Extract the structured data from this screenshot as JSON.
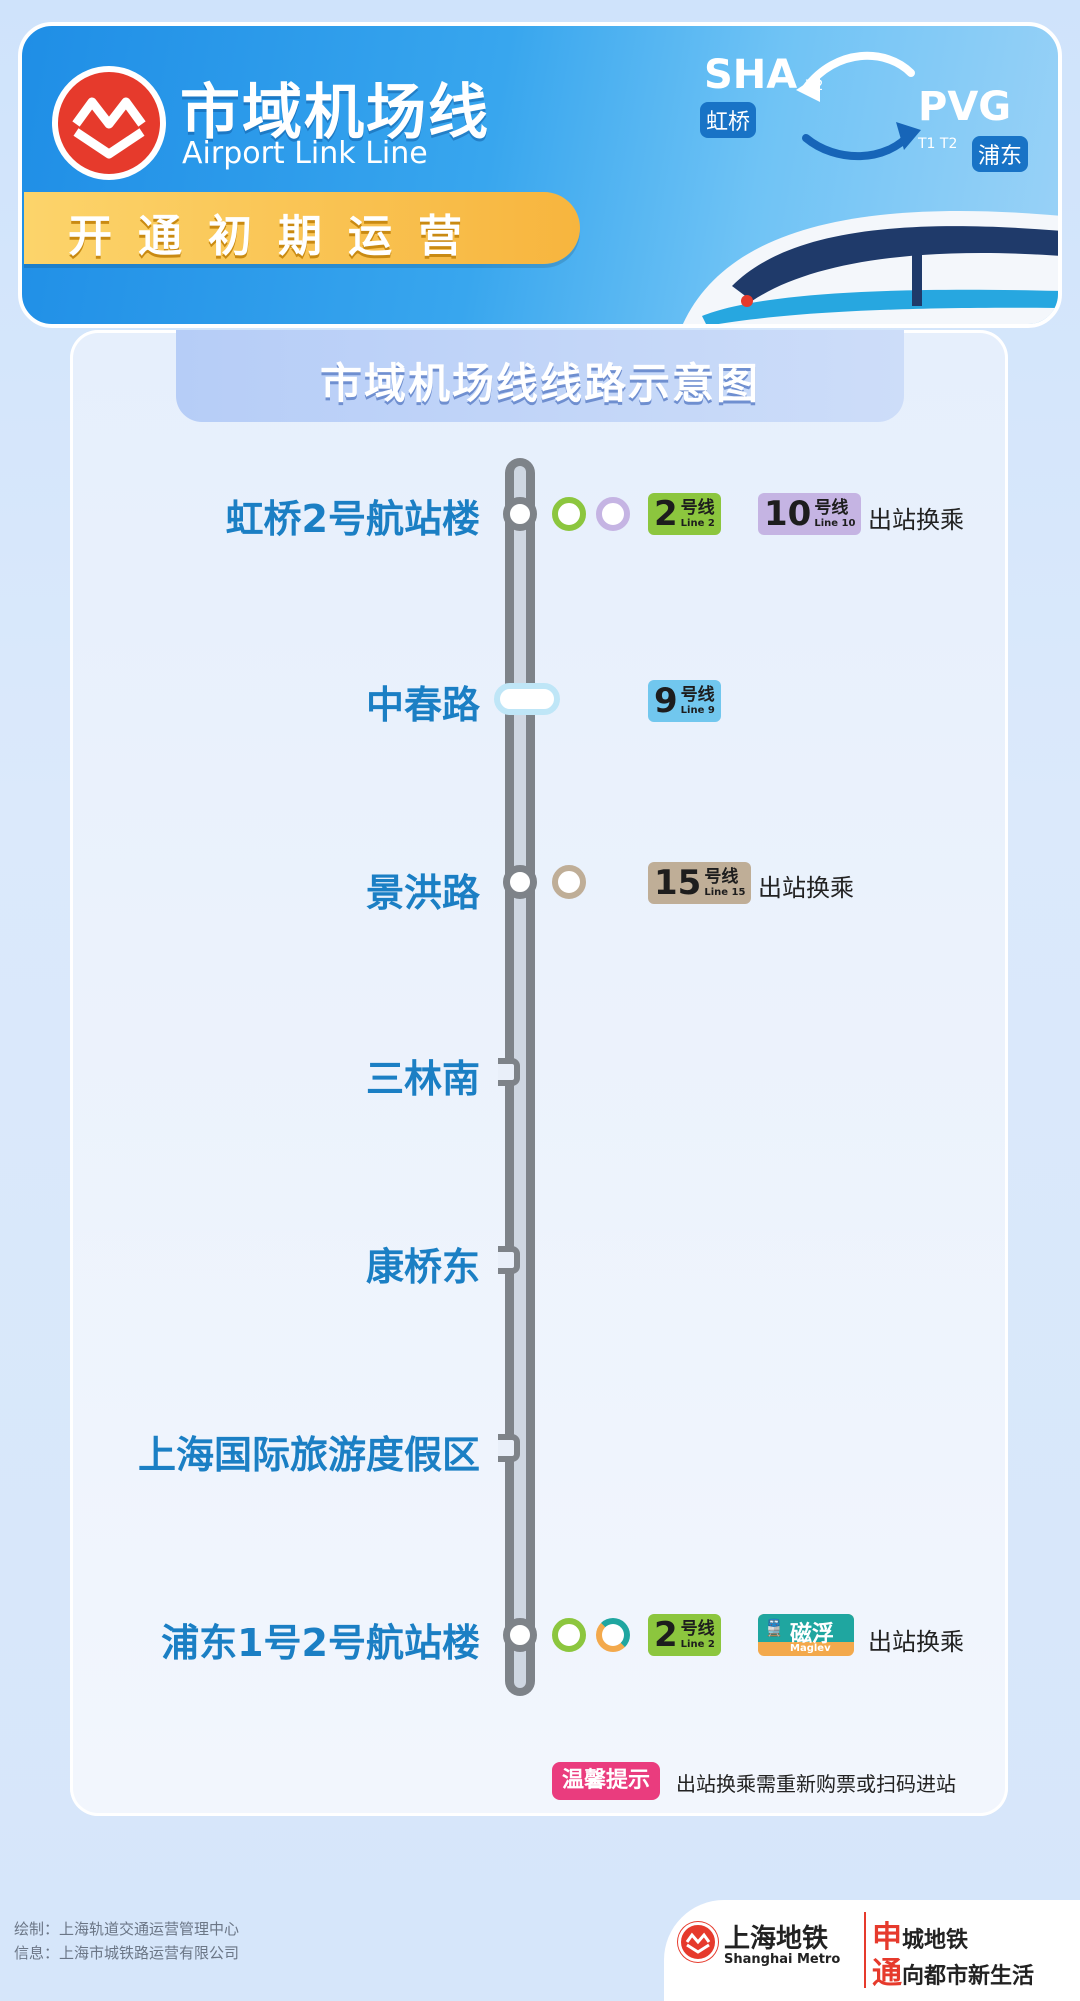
{
  "header": {
    "title_cn": "市域机场线",
    "title_en": "Airport Link Line",
    "banner": "开通初期运营",
    "sha": {
      "code": "SHA",
      "terminal": "T2",
      "name": "虹桥"
    },
    "pvg": {
      "code": "PVG",
      "terminal": "T1 T2",
      "name": "浦东"
    }
  },
  "map_title": "市域机场线线路示意图",
  "stations": [
    {
      "name": "虹桥2号航站楼",
      "transfer_text": "出站换乘"
    },
    {
      "name": "中春路"
    },
    {
      "name": "景洪路",
      "transfer_text": "出站换乘"
    },
    {
      "name": "三林南"
    },
    {
      "name": "康桥东"
    },
    {
      "name": "上海国际旅游度假区"
    },
    {
      "name": "浦东1号2号航站楼",
      "transfer_text": "出站换乘"
    }
  ],
  "badges": {
    "line2": {
      "num": "2",
      "cn": "号线",
      "en": "Line 2",
      "color": "#8cc63e"
    },
    "line10": {
      "num": "10",
      "cn": "号线",
      "en": "Line 10",
      "color": "#c5b4e3"
    },
    "line9": {
      "num": "9",
      "cn": "号线",
      "en": "Line 9",
      "color": "#71c7ee"
    },
    "line15": {
      "num": "15",
      "cn": "号线",
      "en": "Line 15",
      "color": "#bfae97"
    },
    "maglev": {
      "cn": "磁浮",
      "en": "Maglev",
      "color": "#f3a94c",
      "icon_color": "#1fa6a0"
    }
  },
  "notice": {
    "tag": "温馨提示",
    "text": "出站换乘需重新购票或扫码进站"
  },
  "credits": {
    "line1": "绘制：上海轨道交通运营管理中心",
    "line2": "信息：上海市城铁路运营有限公司"
  },
  "footer": {
    "brand_cn": "上海地铁",
    "brand_en": "Shanghai Metro",
    "slogan1_red": "申",
    "slogan1": "城地铁",
    "slogan2_red": "通",
    "slogan2": "向都市新生活"
  }
}
